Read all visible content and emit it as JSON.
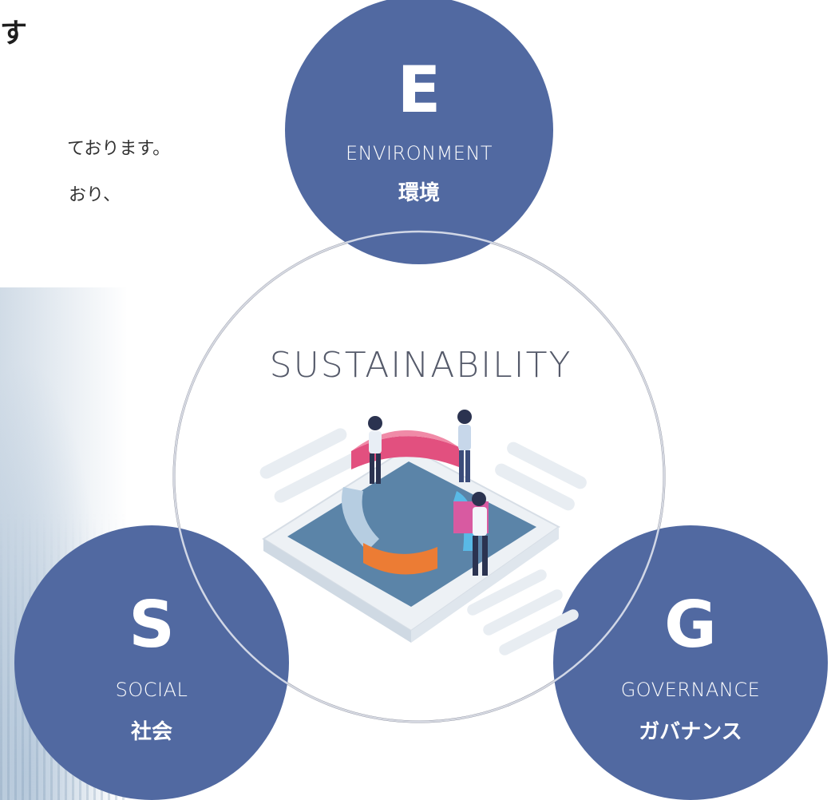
{
  "heading_fragment": "す",
  "body_lines": [
    "ております。",
    "おり、"
  ],
  "center": {
    "title": "SUSTAINABILITY"
  },
  "pillars": {
    "e": {
      "letter": "E",
      "en": "ENVIRONMENT",
      "jp": "環境"
    },
    "s": {
      "letter": "S",
      "en": "SOCIAL",
      "jp": "社会"
    },
    "g": {
      "letter": "G",
      "en": "GOVERNANCE",
      "jp": "ガバナンス"
    }
  },
  "colors": {
    "pillar_fill": "#5169a1",
    "ring_stroke": "#6b6f7f",
    "platform_top": "#5b84a8",
    "pink": "#e2507f",
    "orange": "#ec7c34",
    "light_blue": "#b6cde1",
    "sky": "#59b9e6"
  },
  "icons": [
    "people-with-chart-illustration",
    "city-skyline-photo"
  ]
}
